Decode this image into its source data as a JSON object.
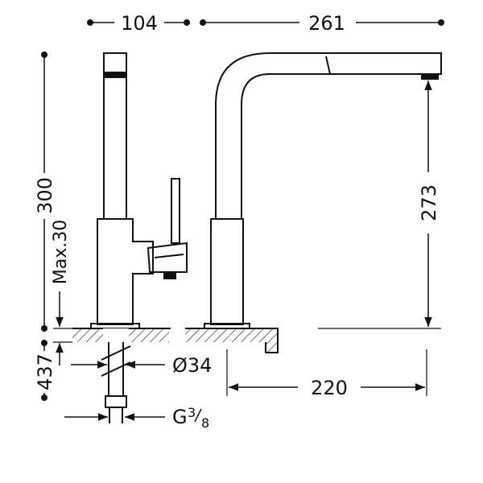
{
  "dimensions": {
    "top_left_width": "104",
    "top_right_width": "261",
    "total_height": "300",
    "max_thickness": "Max.30",
    "spout_height": "273",
    "below_deck": "437",
    "hose_diameter": "Ø34",
    "reach": "220",
    "thread": "G",
    "thread_fraction_num": "3",
    "thread_fraction_den": "8"
  },
  "colors": {
    "line": "#111111",
    "background": "#ffffff"
  }
}
